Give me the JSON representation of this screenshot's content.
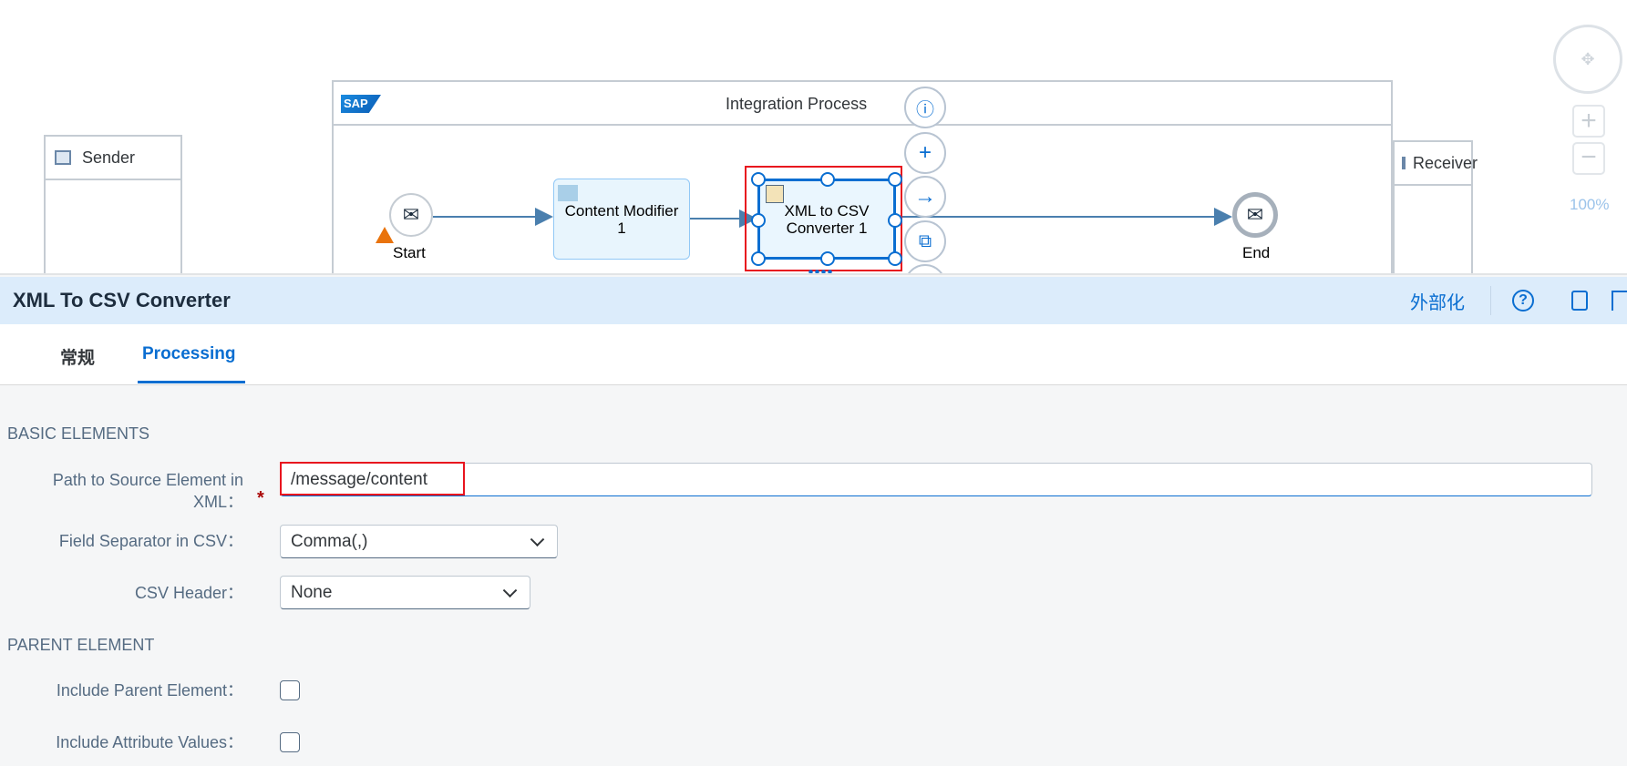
{
  "diagram": {
    "sender": "Sender",
    "receiver": "Receiver",
    "process_title": "Integration Process",
    "logo": "SAP",
    "start": "Start",
    "end": "End",
    "content_modifier": [
      "Content Modifier",
      "1"
    ],
    "converter": [
      "XML to CSV",
      "Converter 1"
    ],
    "zoom_level": "100%",
    "actions": [
      "info-icon",
      "plus-icon",
      "arrow-right-icon",
      "copy-icon"
    ]
  },
  "panel": {
    "title": "XML To CSV Converter",
    "externalize": "外部化"
  },
  "tabs": [
    {
      "label": "常规",
      "active": false
    },
    {
      "label": "Processing",
      "active": true
    }
  ],
  "form": {
    "basic_section": "BASIC ELEMENTS",
    "path_label_1": "Path to Source Element in",
    "path_label_2": "XML：",
    "required": "*",
    "path_value": "/message/content",
    "separator_label": "Field Separator in CSV：",
    "separator_value": "Comma(,)",
    "header_label": "CSV Header：",
    "header_value": "None",
    "parent_section": "PARENT ELEMENT",
    "include_parent_label": "Include Parent Element：",
    "include_parent": false,
    "include_attr_label": "Include Attribute Values：",
    "include_attr": false
  },
  "colors": {
    "accent": "#0a6ed1",
    "highlight": "#e8141e",
    "header_bg": "#dcecfb"
  }
}
